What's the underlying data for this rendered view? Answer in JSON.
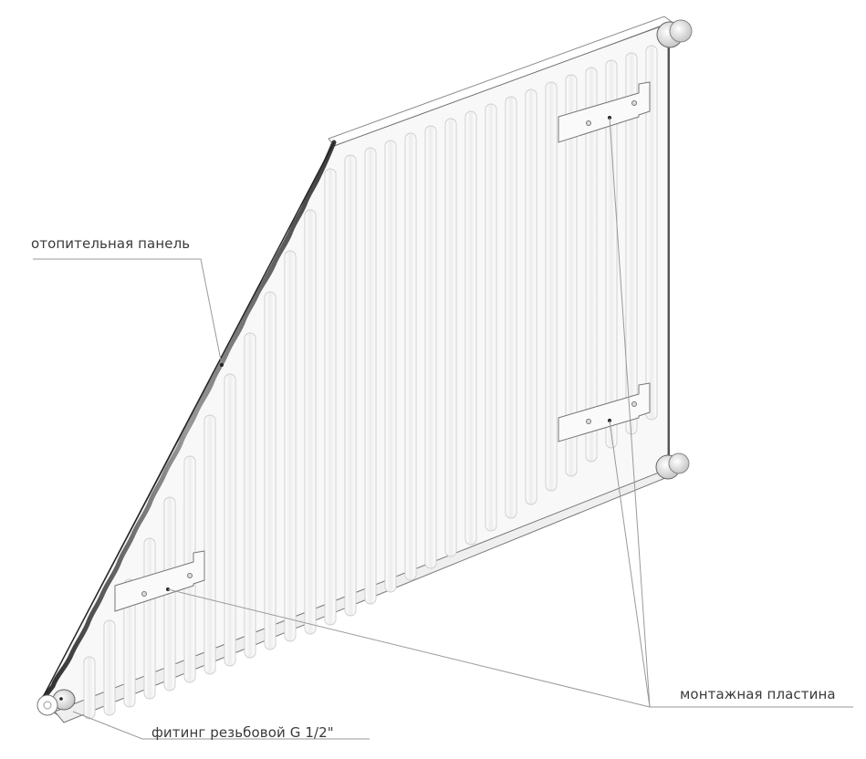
{
  "diagram": {
    "subject": "panel radiator",
    "callouts": [
      {
        "id": "heating-panel",
        "label": "отопительная панель"
      },
      {
        "id": "mounting-plate",
        "label": "монтажная пластина"
      },
      {
        "id": "threaded-fitting",
        "label": "фитинг резьбовой G 1/2\""
      }
    ],
    "colors": {
      "background": "#ffffff",
      "panel_fill": "#f8f8f8",
      "panel_outline": "#6a6a6a",
      "fins": "#d0d0d0",
      "leader_lines": "#9a9a9a",
      "label_text": "#3a3a3a"
    }
  }
}
